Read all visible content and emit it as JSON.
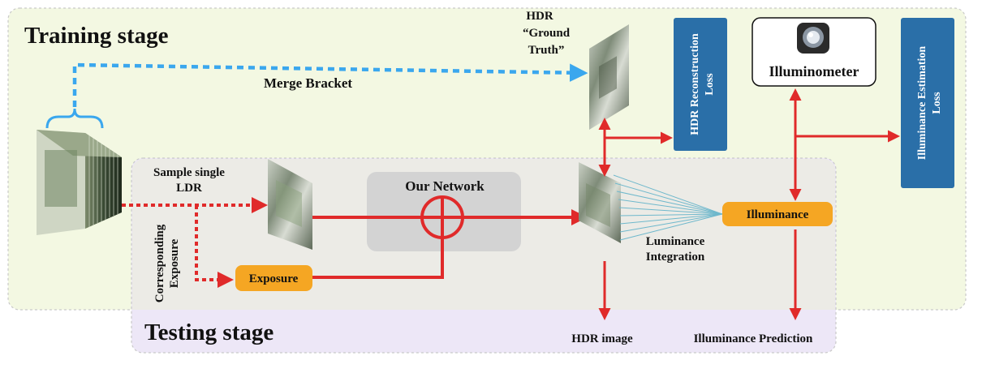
{
  "stages": {
    "training": "Training stage",
    "testing": "Testing stage"
  },
  "labels": {
    "hdr_gt_line1": "HDR",
    "hdr_gt_line2": "“Ground",
    "hdr_gt_line3": "Truth”",
    "merge_bracket": "Merge Bracket",
    "sample_single_line1": "Sample single",
    "sample_single_line2": "LDR",
    "corresponding_line1": "Corresponding",
    "corresponding_line2": "Exposure",
    "our_network": "Our Network",
    "luminance_line1": "Luminance",
    "luminance_line2": "Integration",
    "hdr_image": "HDR image",
    "illuminance_prediction": "Illuminance Prediction",
    "illuminometer": "Illuminometer"
  },
  "boxes": {
    "exposure": "Exposure",
    "illuminance": "Illuminance",
    "hdr_loss_line1": "HDR Reconstruction",
    "hdr_loss_line2": "Loss",
    "illum_loss_line1": "Illuminance Estimation",
    "illum_loss_line2": "Loss"
  },
  "colors": {
    "training_bg": "#f3f8e2",
    "testing_bg": "#ede7f7",
    "overlap_bg": "#ecebe6",
    "network_box": "#d3d3d3",
    "orange_box": "#f5a623",
    "blue_box": "#2a6fa8",
    "red_arrow": "#e02a2a",
    "blue_dashed": "#3aa7ee",
    "fan_lines": "#6fb8cc"
  }
}
